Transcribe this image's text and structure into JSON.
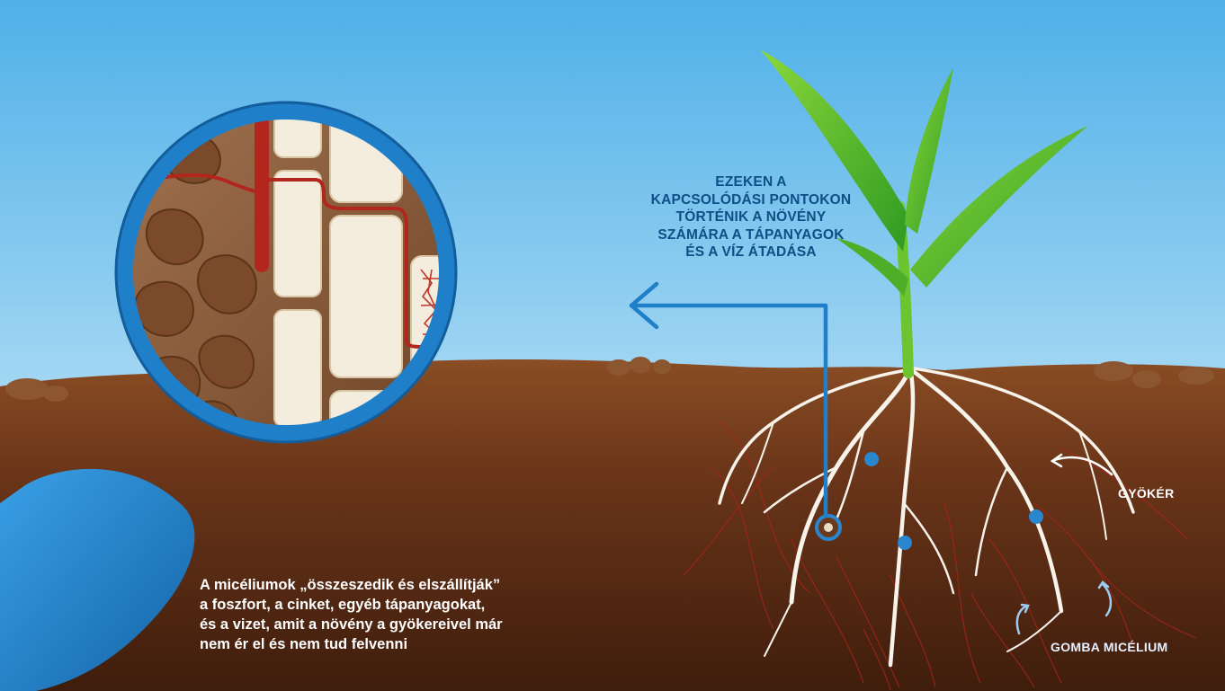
{
  "callout": {
    "lines": [
      "EZEKEN A",
      "KAPCSOLÓDÁSI PONTOKON",
      "TÖRTÉNIK A NÖVÉNY",
      "SZÁMÁRA A TÁPANYAGOK",
      "ÉS A VÍZ ÁTADÁSA"
    ]
  },
  "caption": {
    "lines": [
      "A micéliumok „összeszedik és elszállítják”",
      "a foszfort, a cinket, egyéb tápanyagokat,",
      "és a vizet, amit a növény a gyökereivel már",
      "nem ér el és nem tud felvenni"
    ]
  },
  "labels": {
    "root": "GYÖKÉR",
    "mycelium": "GOMBA MICÉLIUM"
  },
  "icons": [
    "magnifier-icon",
    "arrow-left-icon",
    "curved-arrow-icon"
  ],
  "colors": {
    "sky_top": "#5fb7ea",
    "sky_bottom": "#cfeaf8",
    "soil": "#6b3a1c",
    "lens_ring": "#1f7fc8",
    "callout_text": "#0d4f86",
    "hyphae": "#b3261e",
    "leaf": "#5cbf2a"
  }
}
